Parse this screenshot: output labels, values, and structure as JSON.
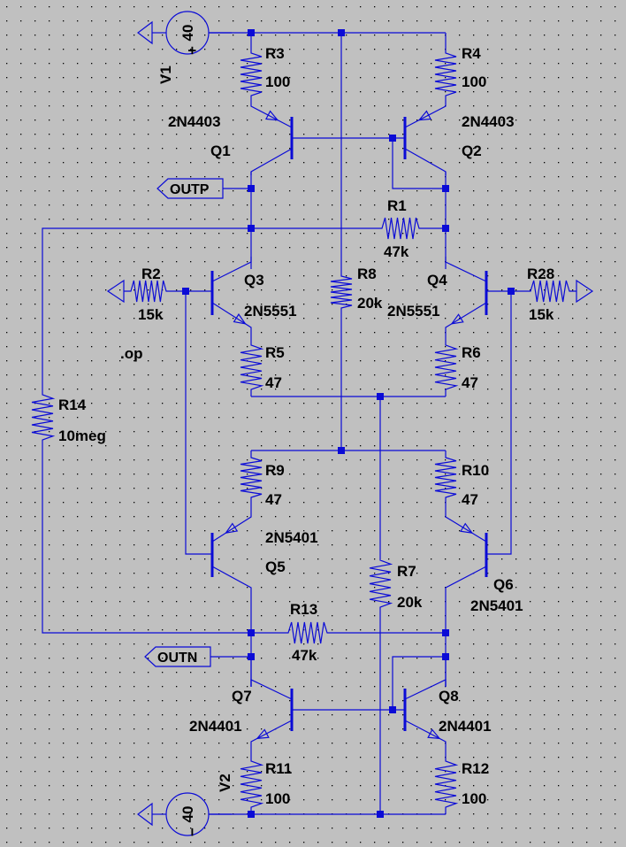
{
  "sources": [
    {
      "name": "V1",
      "value": "40"
    },
    {
      "name": "V2",
      "value": "40"
    }
  ],
  "ports": [
    "OUTP",
    "OUTN"
  ],
  "directive": ".op",
  "resistors": [
    {
      "name": "R3",
      "value": "100"
    },
    {
      "name": "R4",
      "value": "100"
    },
    {
      "name": "R1",
      "value": "47k"
    },
    {
      "name": "R2",
      "value": "15k"
    },
    {
      "name": "R28",
      "value": "15k"
    },
    {
      "name": "R8",
      "value": "20k"
    },
    {
      "name": "R5",
      "value": "47"
    },
    {
      "name": "R6",
      "value": "47"
    },
    {
      "name": "R14",
      "value": "10meg"
    },
    {
      "name": "R9",
      "value": "47"
    },
    {
      "name": "R10",
      "value": "47"
    },
    {
      "name": "R7",
      "value": "20k"
    },
    {
      "name": "R13",
      "value": "47k"
    },
    {
      "name": "R11",
      "value": "100"
    },
    {
      "name": "R12",
      "value": "100"
    }
  ],
  "transistors": [
    {
      "name": "Q1",
      "model": "2N4403"
    },
    {
      "name": "Q2",
      "model": "2N4403"
    },
    {
      "name": "Q3",
      "model": "2N5551"
    },
    {
      "name": "Q4",
      "model": "2N5551"
    },
    {
      "name": "Q5",
      "model": "2N5401"
    },
    {
      "name": "Q6",
      "model": "2N5401"
    },
    {
      "name": "Q7",
      "model": "2N4401"
    },
    {
      "name": "Q8",
      "model": "2N4401"
    }
  ]
}
